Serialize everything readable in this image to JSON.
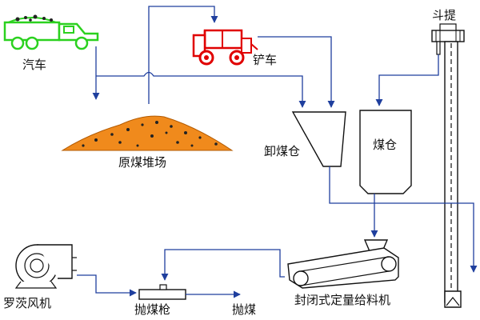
{
  "labels": {
    "truck": "汽车",
    "loader": "铲车",
    "raw_coal_yard": "原煤堆场",
    "unload_hopper": "卸煤仓",
    "coal_bin": "煤仓",
    "bucket_elevator": "斗提",
    "roots_blower": "罗茨风机",
    "coal_gun": "抛煤枪",
    "coal_throw": "抛煤",
    "feeder": "封闭式定量给料机"
  },
  "colors": {
    "flow_line": "#1f3f9e",
    "truck": "#2bd11f",
    "loader": "#e00000",
    "coal_pile": "#f08a1c"
  }
}
